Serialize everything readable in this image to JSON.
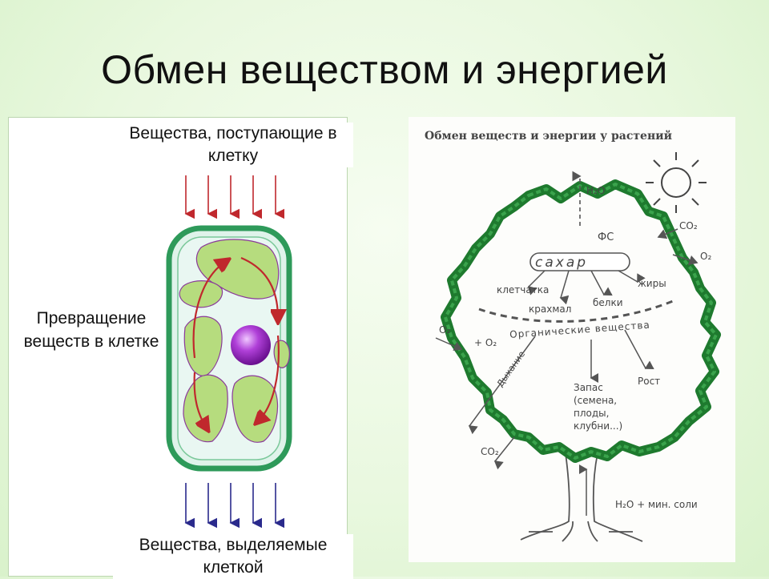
{
  "title": "Обмен веществом и энергией",
  "cell_diagram": {
    "incoming_label": "Вещества, поступающие в клетку",
    "transformation_label": "Превращение веществ в клетке",
    "outgoing_label": "Вещества, выделяемые клеткой",
    "colors": {
      "incoming_arrows": "#c0282d",
      "outgoing_arrows": "#2a2a8c",
      "cell_wall": "#2e9a5a",
      "chloroplast": "#b6dc7e",
      "nucleus": "#9b28c2"
    }
  },
  "plant_diagram": {
    "heading": "Обмен веществ и энергии у растений",
    "h2o": "H₂O",
    "co2_top": "CO₂",
    "o2_right": "O₂",
    "fs": "ФС",
    "sugar": "сахар",
    "kletchatka": "клетчатка",
    "krakhmal": "крахмал",
    "belki": "белки",
    "zhiry": "жиры",
    "organic": "Органические вещества",
    "o2_left": "O₂",
    "plus_o2": "+ O₂",
    "dykhanie": "Дыхание",
    "zapas_1": "Запас",
    "zapas_2": "(семена,",
    "zapas_3": "плоды,",
    "zapas_4": "клубни...)",
    "rost": "Рост",
    "co2_bottom": "CO₂",
    "soil": "H₂O + мин. соли"
  }
}
